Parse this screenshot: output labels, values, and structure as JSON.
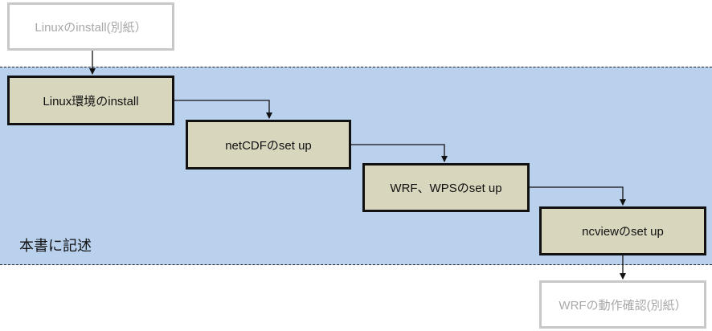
{
  "external_top": "Linuxのinstall(別紙）",
  "steps": [
    "Linux環境のinstall",
    "netCDFのset up",
    "WRF、WPSのset up",
    "ncviewのset up"
  ],
  "external_bottom": "WRFの動作確認(別紙）",
  "region_label": "本書に記述",
  "colors": {
    "region_fill": "#b9d1ed",
    "step_fill": "#d8d6bd",
    "external_border": "#c8c8c8",
    "external_text": "#a8a8a8"
  }
}
